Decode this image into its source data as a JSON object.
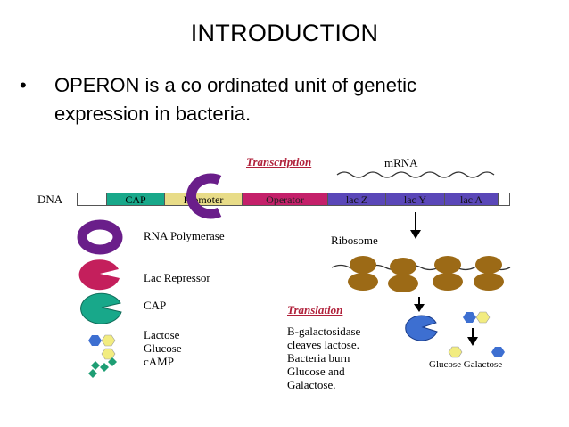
{
  "slide": {
    "title": "INTRODUCTION",
    "bullet_marker": "•",
    "bullet_line1": "OPERON is a co ordinated unit of genetic",
    "bullet_line2": "expression in bacteria."
  },
  "diagram": {
    "transcription_label": "Transcription",
    "mrna_label": "mRNA",
    "dna_label": "DNA",
    "segments": {
      "cap": "CAP",
      "promoter": "Promoter",
      "operator": "Operator",
      "lacz": "lac Z",
      "lacy": "lac Y",
      "laca": "lac A"
    },
    "legend": {
      "rna_polymerase": "RNA Polymerase",
      "lac_repressor": "Lac Repressor",
      "cap": "CAP",
      "lactose": "Lactose",
      "glucose": "Glucose",
      "camp": "cAMP"
    },
    "ribosome_label": "Ribosome",
    "translation_label": "Translation",
    "translation_text": [
      "B-galactosidase",
      "cleaves lactose.",
      "Bacteria burn",
      "Glucose and",
      "Galactose."
    ],
    "products_label": "Glucose Galactose",
    "colors": {
      "cap_segment": "#18a88a",
      "promoter_segment": "#e8dc88",
      "operator_segment": "#c4206a",
      "lac_genes": "#5a47b8",
      "rna_polymerase": "#6a1e8a",
      "repressor": "#c41f5c",
      "cap_protein": "#18a88a",
      "ribosome": "#9c6a16",
      "enzyme": "#3d6fd1",
      "sugar_yellow": "#f2ec80",
      "sugar_blue": "#3d6fd1",
      "camp": "#1e9e74",
      "heading_red": "#b0203a"
    }
  }
}
